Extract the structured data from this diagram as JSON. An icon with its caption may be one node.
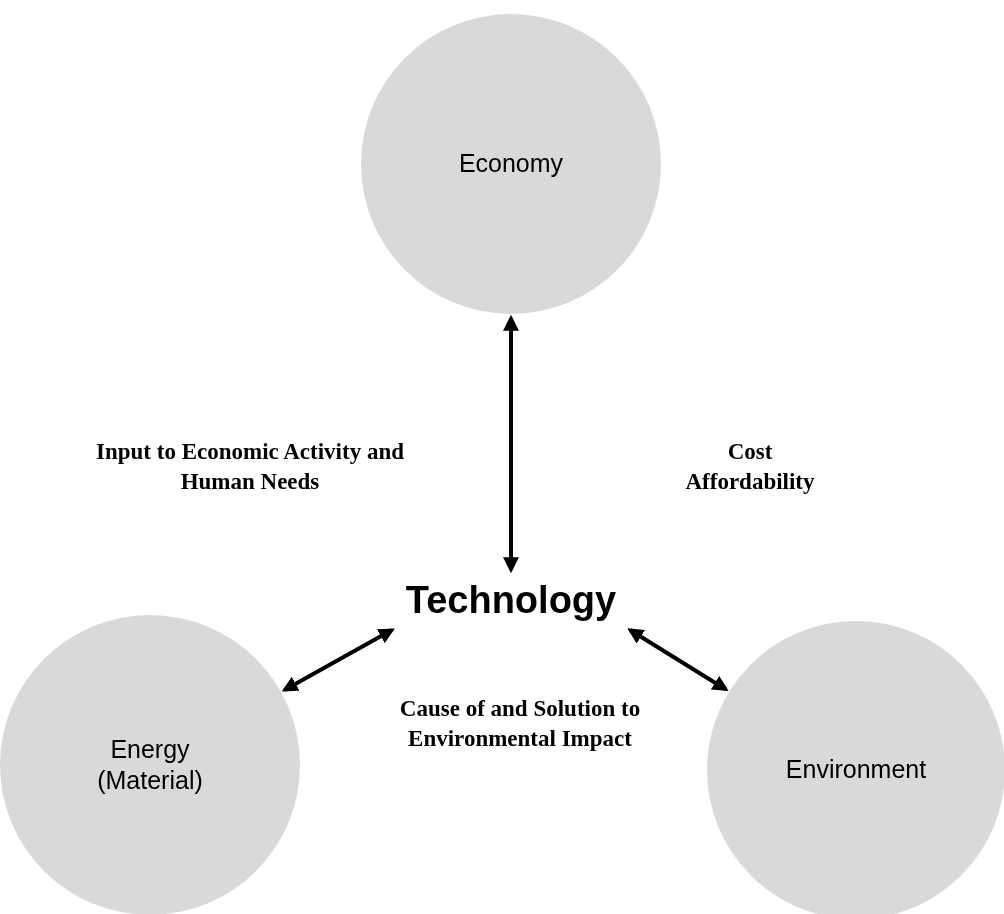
{
  "diagram": {
    "nodes": [
      {
        "text": [
          "Economy"
        ]
      },
      {
        "text": [
          "Energy (Material)"
        ]
      },
      {
        "text": [
          "Environment"
        ]
      },
      {
        "text": [
          "Technology"
        ]
      }
    ],
    "edges": [
      {
        "from": 3,
        "to": 0,
        "arrow": "both"
      },
      {
        "from": 3,
        "to": 1,
        "arrow": "both"
      },
      {
        "from": 3,
        "to": 2,
        "arrow": "both"
      }
    ],
    "labels": [
      "Input to Economic Activity and Human Needs",
      "Cost Affordability",
      "Cause of and Solution to Environmental Impact"
    ]
  }
}
